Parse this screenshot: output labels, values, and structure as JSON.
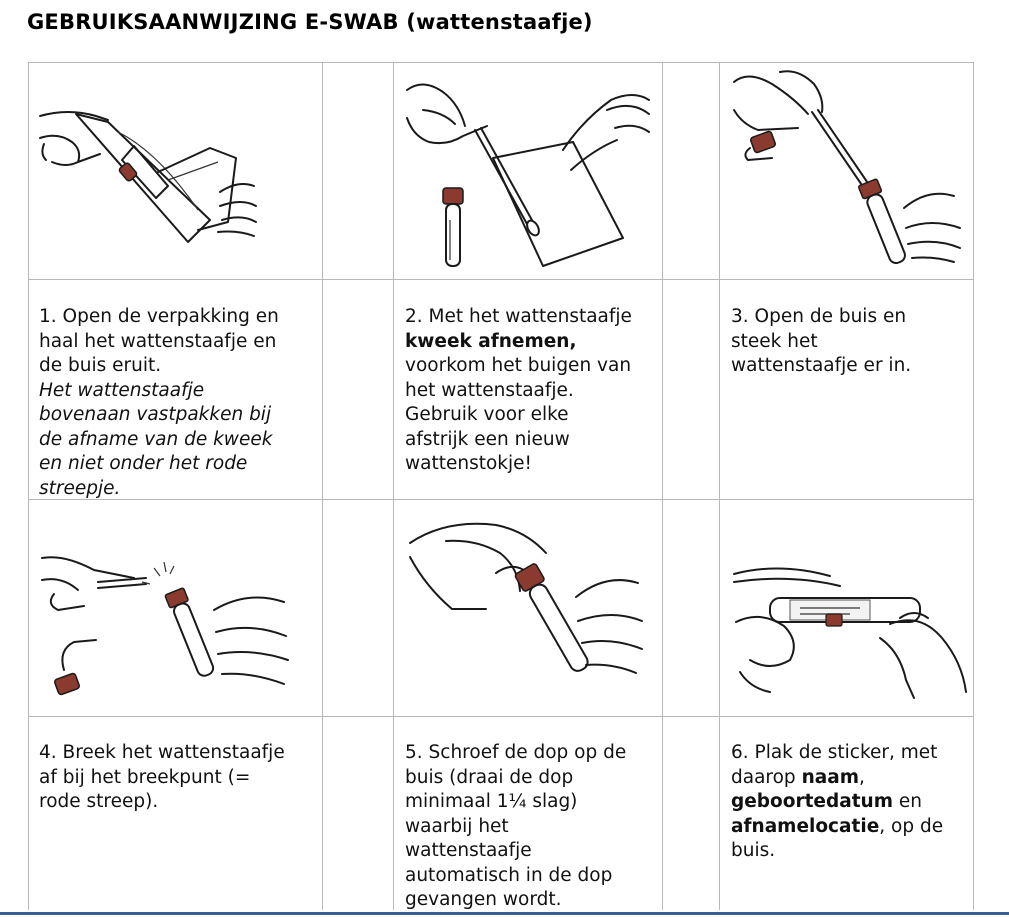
{
  "title": "GEBRUIKSAANWIJZING E-SWAB (wattenstaafje)",
  "steps": [
    {
      "lines": [
        {
          "t": "1. Open de verpakking en",
          "style": "normal"
        },
        {
          "t": "haal het wattenstaafje en",
          "style": "normal"
        },
        {
          "t": "de buis eruit.",
          "style": "normal"
        },
        {
          "t": "Het wattenstaafje",
          "style": "italic"
        },
        {
          "t": "bovenaan vastpakken bij",
          "style": "italic"
        },
        {
          "t": "de afname van de kweek",
          "style": "italic"
        },
        {
          "t": "en niet onder het rode",
          "style": "italic"
        },
        {
          "t": "streepje.",
          "style": "italic"
        }
      ]
    },
    {
      "lines": [
        {
          "t": "2. Met het wattenstaafje"
        },
        {
          "pre": "",
          "bold": "kweek afnemen,",
          "post": ""
        },
        {
          "t": "voorkom het buigen van"
        },
        {
          "t": "het wattenstaafje."
        },
        {
          "t": "Gebruik voor elke"
        },
        {
          "t": "afstrijk een nieuw"
        },
        {
          "t": "wattenstokje!"
        }
      ]
    },
    {
      "lines": [
        {
          "t": "3. Open de buis en"
        },
        {
          "t": "steek het"
        },
        {
          "t": "wattenstaafje er in."
        }
      ]
    },
    {
      "lines": [
        {
          "t": "4. Breek het wattenstaafje"
        },
        {
          "t": "af bij het breekpunt (="
        },
        {
          "t": "rode streep)."
        }
      ]
    },
    {
      "lines": [
        {
          "t": "5. Schroef de dop op de"
        },
        {
          "t": "buis (draai de dop"
        },
        {
          "t": "minimaal 1¼ slag)"
        },
        {
          "t": "waarbij het"
        },
        {
          "t": "wattenstaafje"
        },
        {
          "t": "automatisch in de dop"
        },
        {
          "t": "gevangen wordt."
        }
      ]
    },
    {
      "lines": [
        {
          "t": "6. Plak de sticker, met"
        },
        {
          "pre": "daarop ",
          "bold": "naam",
          "post": ","
        },
        {
          "pre": "",
          "bold": "geboortedatum",
          "post": " en"
        },
        {
          "pre": "",
          "bold": "afnamelocatie",
          "post": ", op de"
        },
        {
          "t": "buis."
        }
      ]
    }
  ],
  "illustrations": [
    {
      "icon": "open-package-illustration"
    },
    {
      "icon": "swab-sample-illustration"
    },
    {
      "icon": "insert-swab-illustration"
    },
    {
      "icon": "break-swab-illustration"
    },
    {
      "icon": "screw-cap-illustration"
    },
    {
      "icon": "apply-sticker-illustration"
    }
  ],
  "colors": {
    "grid": "#b8b8b8",
    "bottom_bar": "#3a5f97",
    "cap_red": "#8b3a2f"
  }
}
